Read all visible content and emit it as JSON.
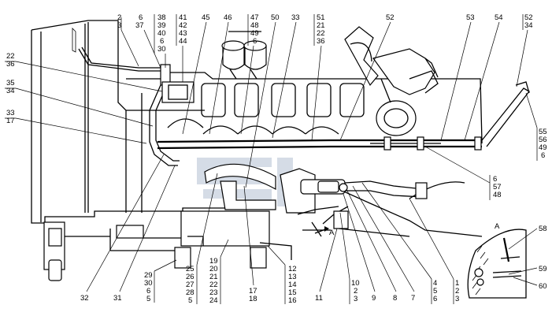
{
  "top_callouts": [
    {
      "id": "c-2-3",
      "lines": [
        "2",
        "3"
      ]
    },
    {
      "id": "c-6-37",
      "lines": [
        "6",
        "37"
      ]
    },
    {
      "id": "c-38",
      "lines": [
        "38",
        "39",
        "40",
        "6",
        "30"
      ]
    },
    {
      "id": "c-41",
      "lines": [
        "41",
        "42",
        "43",
        "44"
      ]
    },
    {
      "id": "c-45",
      "lines": [
        "45"
      ]
    },
    {
      "id": "c-46",
      "lines": [
        "46"
      ]
    },
    {
      "id": "c-47",
      "lines": [
        "47",
        "48",
        "49",
        "6"
      ]
    },
    {
      "id": "c-50",
      "lines": [
        "50"
      ]
    },
    {
      "id": "c-33",
      "lines": [
        "33"
      ]
    },
    {
      "id": "c-51",
      "lines": [
        "51",
        "21",
        "22",
        "36"
      ]
    },
    {
      "id": "c-52",
      "lines": [
        "52"
      ]
    },
    {
      "id": "c-53",
      "lines": [
        "53"
      ]
    },
    {
      "id": "c-54",
      "lines": [
        "54"
      ]
    },
    {
      "id": "c-52-34",
      "lines": [
        "52",
        "34"
      ]
    }
  ],
  "left_callouts": [
    {
      "id": "l-22-36",
      "lines": [
        "22",
        "36"
      ]
    },
    {
      "id": "l-35-34",
      "lines": [
        "35",
        "34"
      ]
    },
    {
      "id": "l-33-17",
      "lines": [
        "33",
        "17"
      ]
    }
  ],
  "right_callouts": [
    {
      "id": "r-55",
      "lines": [
        "55",
        "56",
        "49",
        "6"
      ]
    },
    {
      "id": "r-6",
      "lines": [
        "6",
        "57",
        "48"
      ]
    }
  ],
  "bottom_callouts": [
    {
      "id": "b-32",
      "lines": [
        "32"
      ]
    },
    {
      "id": "b-31",
      "lines": [
        "31"
      ]
    },
    {
      "id": "b-29",
      "lines": [
        "29",
        "30",
        "6",
        "5"
      ]
    },
    {
      "id": "b-25",
      "lines": [
        "25",
        "26",
        "27",
        "28",
        "5"
      ]
    },
    {
      "id": "b-19",
      "lines": [
        "19",
        "20",
        "21",
        "22",
        "23",
        "24"
      ]
    },
    {
      "id": "b-17-18",
      "lines": [
        "17",
        "18"
      ]
    },
    {
      "id": "b-12",
      "lines": [
        "12",
        "13",
        "14",
        "15",
        "16"
      ]
    },
    {
      "id": "b-11",
      "lines": [
        "11"
      ]
    },
    {
      "id": "b-10",
      "lines": [
        "10",
        "2",
        "3"
      ]
    },
    {
      "id": "b-9",
      "lines": [
        "9"
      ]
    },
    {
      "id": "b-8",
      "lines": [
        "8"
      ]
    },
    {
      "id": "b-7",
      "lines": [
        "7"
      ]
    },
    {
      "id": "b-4",
      "lines": [
        "4",
        "5",
        "6"
      ]
    },
    {
      "id": "b-1",
      "lines": [
        "1",
        "2",
        "3"
      ]
    }
  ],
  "view_labels": {
    "view_arrow": "A",
    "detail_title": "A"
  },
  "detail_callouts": [
    {
      "id": "d-58",
      "lines": [
        "58"
      ]
    },
    {
      "id": "d-59",
      "lines": [
        "59"
      ]
    },
    {
      "id": "d-60",
      "lines": [
        "60"
      ]
    }
  ]
}
